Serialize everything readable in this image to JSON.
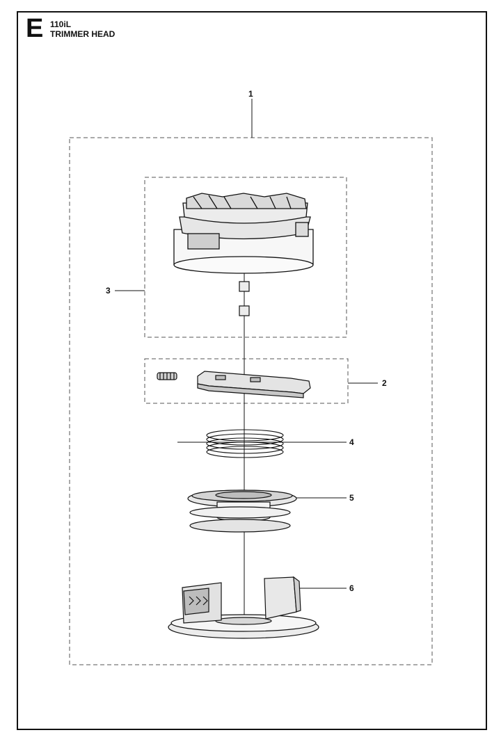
{
  "header": {
    "section_letter": "E",
    "model": "110iL",
    "title": "TRIMMER HEAD"
  },
  "callouts": [
    {
      "id": "1",
      "label": "1"
    },
    {
      "id": "2",
      "label": "2"
    },
    {
      "id": "3",
      "label": "3"
    },
    {
      "id": "4",
      "label": "4"
    },
    {
      "id": "5",
      "label": "5"
    },
    {
      "id": "6",
      "label": "6"
    }
  ],
  "colors": {
    "line": "#111111",
    "dash": "#555555",
    "part_fill": "#f4f4f4",
    "part_shade": "#cfcfcf"
  }
}
